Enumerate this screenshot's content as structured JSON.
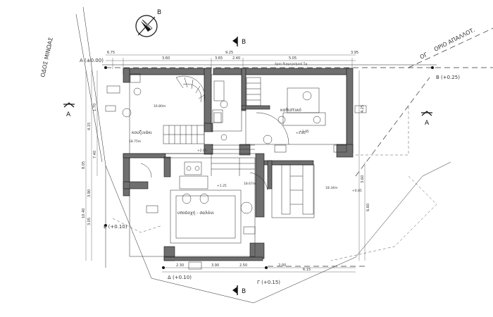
{
  "street_left": "ΟΔΟΣ ΜΙΝΩΑΣ",
  "street_right": "ΟΡΙΟ ΑΠΑΛΛΟΤ.",
  "street_right_prefix": "ΟΓ",
  "north_label": "Β",
  "section_marks": {
    "B_top": "Β",
    "B_bottom": "Β",
    "A_left": "Α",
    "A_right": "Α"
  },
  "corner_marks": {
    "A": "Α (±0.00)",
    "B": "Β (+0.25)",
    "E": "Ε (+0.10)",
    "D": "Δ (+0.10)",
    "G": "Γ (+0.15)"
  },
  "rooms": {
    "kitchen": "κουζινάκι",
    "living": "καθιστικό",
    "reception": "υποδοχή - σαλόνι"
  },
  "top_dims": [
    "6.75",
    "3.60",
    "3.65",
    "2.40",
    "9.25",
    "5.05",
    "3.95"
  ],
  "bottom_dims": [
    "2.30",
    "3.90",
    "2.50",
    "2.00",
    "6.15"
  ],
  "left_dims": [
    "4.15",
    "1.70",
    "7.40",
    "3.90",
    "3.05",
    "8.05",
    "10.40"
  ],
  "right_dims": [
    "4.25",
    "3.60",
    "6.60"
  ],
  "area_tags": [
    "16.80m",
    "18.75m",
    "18.67m",
    "18.34m",
    "+2.85",
    "+1.25",
    "+2.85",
    "+0.85",
    "+1.85"
  ],
  "side_note": "όριο διαμερισμού 5μ"
}
